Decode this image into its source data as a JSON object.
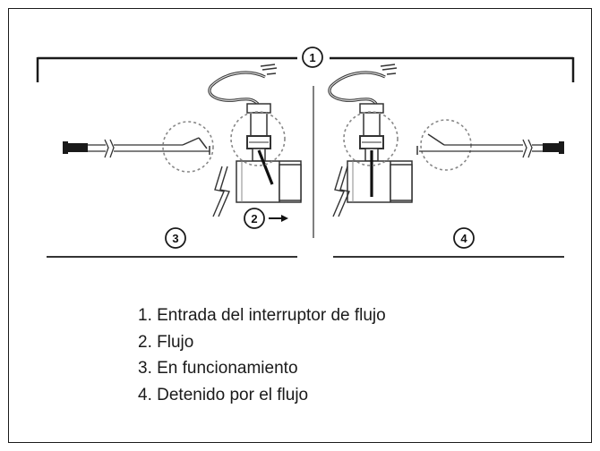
{
  "callouts": {
    "c1": "1",
    "c2": "2",
    "c3": "3",
    "c4": "4"
  },
  "legend": [
    "1.  Entrada del interruptor de flujo",
    "2.  Flujo",
    "3.  En funcionamiento",
    "4.  Detenido por el flujo"
  ]
}
